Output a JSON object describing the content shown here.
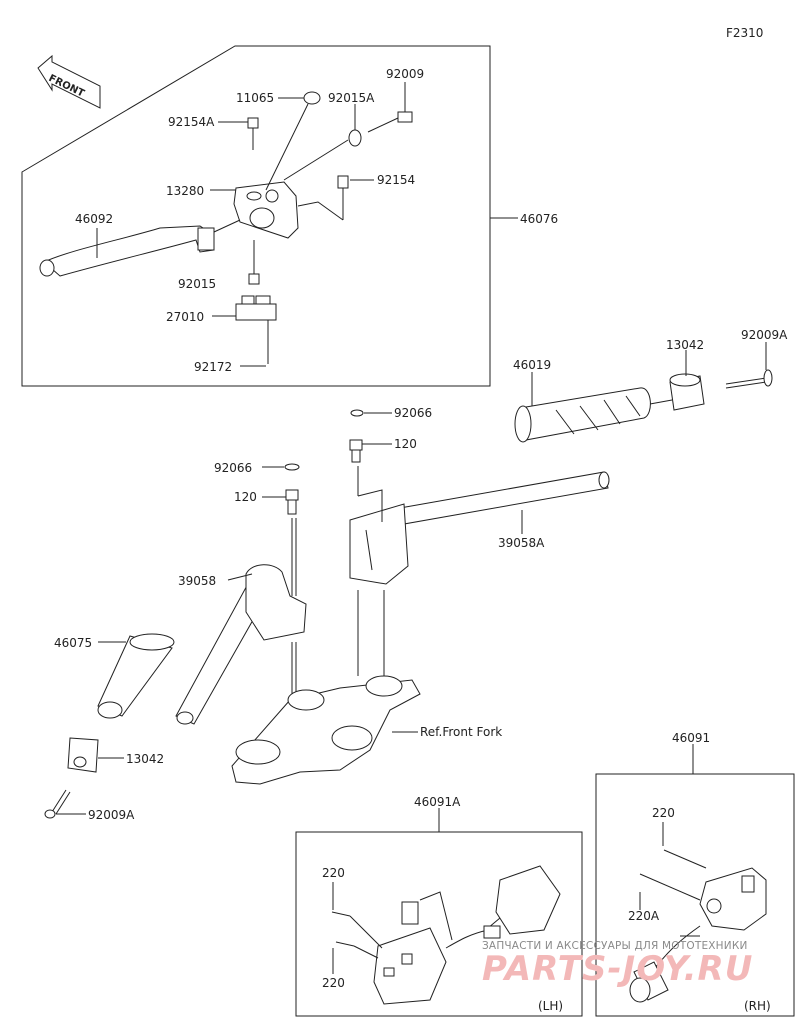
{
  "figure_code": "F2310",
  "front_badge": "FRONT",
  "callouts": {
    "c11065": "11065",
    "c92015A": "92015A",
    "c92009": "92009",
    "c92154A": "92154A",
    "c13280": "13280",
    "c92154": "92154",
    "c46092": "46092",
    "c46076": "46076",
    "c92015": "92015",
    "c27010": "27010",
    "c92172": "92172",
    "c46019": "46019",
    "c13042_r": "13042",
    "c92009A_r": "92009A",
    "c92066_r": "92066",
    "c120_r": "120",
    "c92066_l": "92066",
    "c120_l": "120",
    "c39058A": "39058A",
    "c39058": "39058",
    "c46075": "46075",
    "c13042_l": "13042",
    "c92009A_l": "92009A",
    "ref_front_fork": "Ref.Front Fork",
    "c46091A": "46091A",
    "c46091": "46091",
    "c220_a": "220",
    "c220_b": "220",
    "c220_c": "220",
    "c220A": "220A",
    "lh": "(LH)",
    "rh": "(RH)"
  },
  "watermark": {
    "line1": "ЗАПЧАСТИ И АКСЕССУАРЫ ДЛЯ МОТОТЕХНИКИ",
    "line2": "PARTS-JOY.RU"
  }
}
